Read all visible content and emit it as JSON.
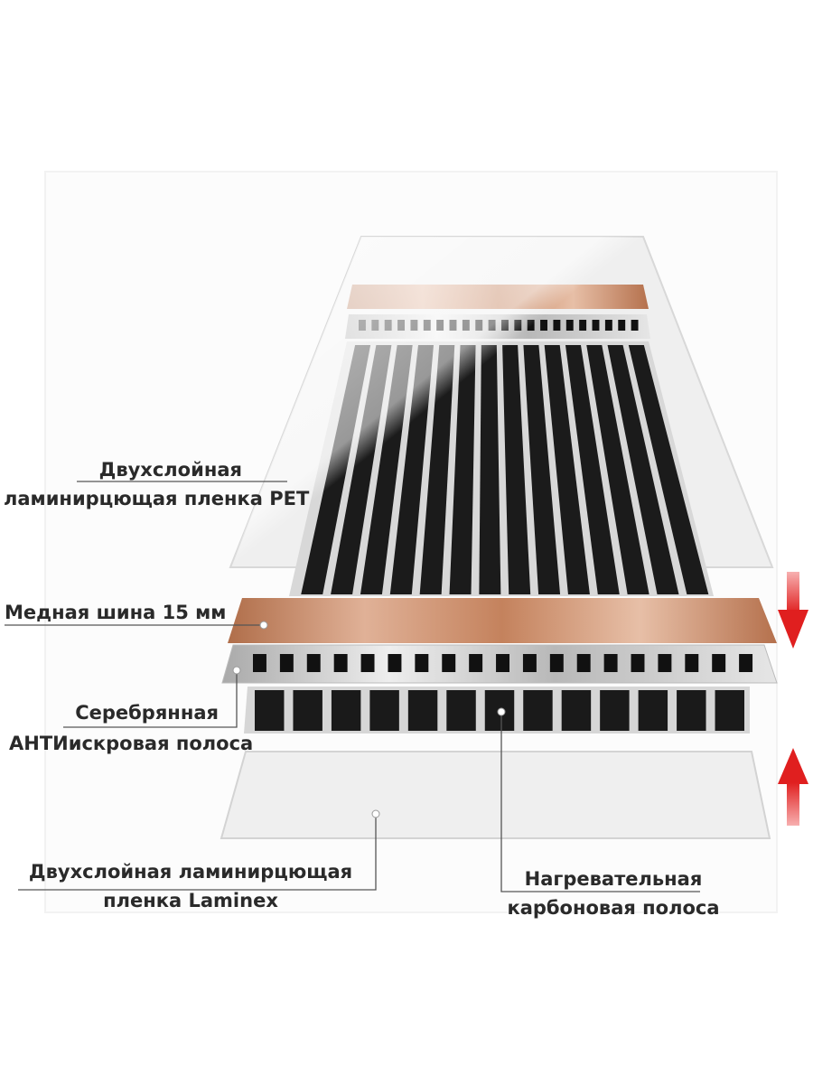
{
  "labels": {
    "pet_film": {
      "line1": "Двухслойная",
      "line2": "ламинирцющая пленка PET"
    },
    "copper_bus": {
      "text": "Медная шина 15 мм"
    },
    "silver_strip": {
      "line1": "Серебрянная",
      "line2": "АНТИискровая полоса"
    },
    "laminex_film": {
      "line1": "Двухслойная ламинирцющая",
      "line2": "пленка Laminex"
    },
    "carbon_strip": {
      "line1": "Нагревательная",
      "line2": "карбоновая полоса"
    }
  },
  "colors": {
    "copper": "#c98a67",
    "carbon": "#1a1a1a",
    "silver": "#c9c9c9",
    "film": "#eeeeee",
    "arrow": "#e01f1f"
  },
  "icons": {
    "top_arrow": "arrow-down-icon",
    "bottom_arrow": "arrow-up-icon"
  }
}
